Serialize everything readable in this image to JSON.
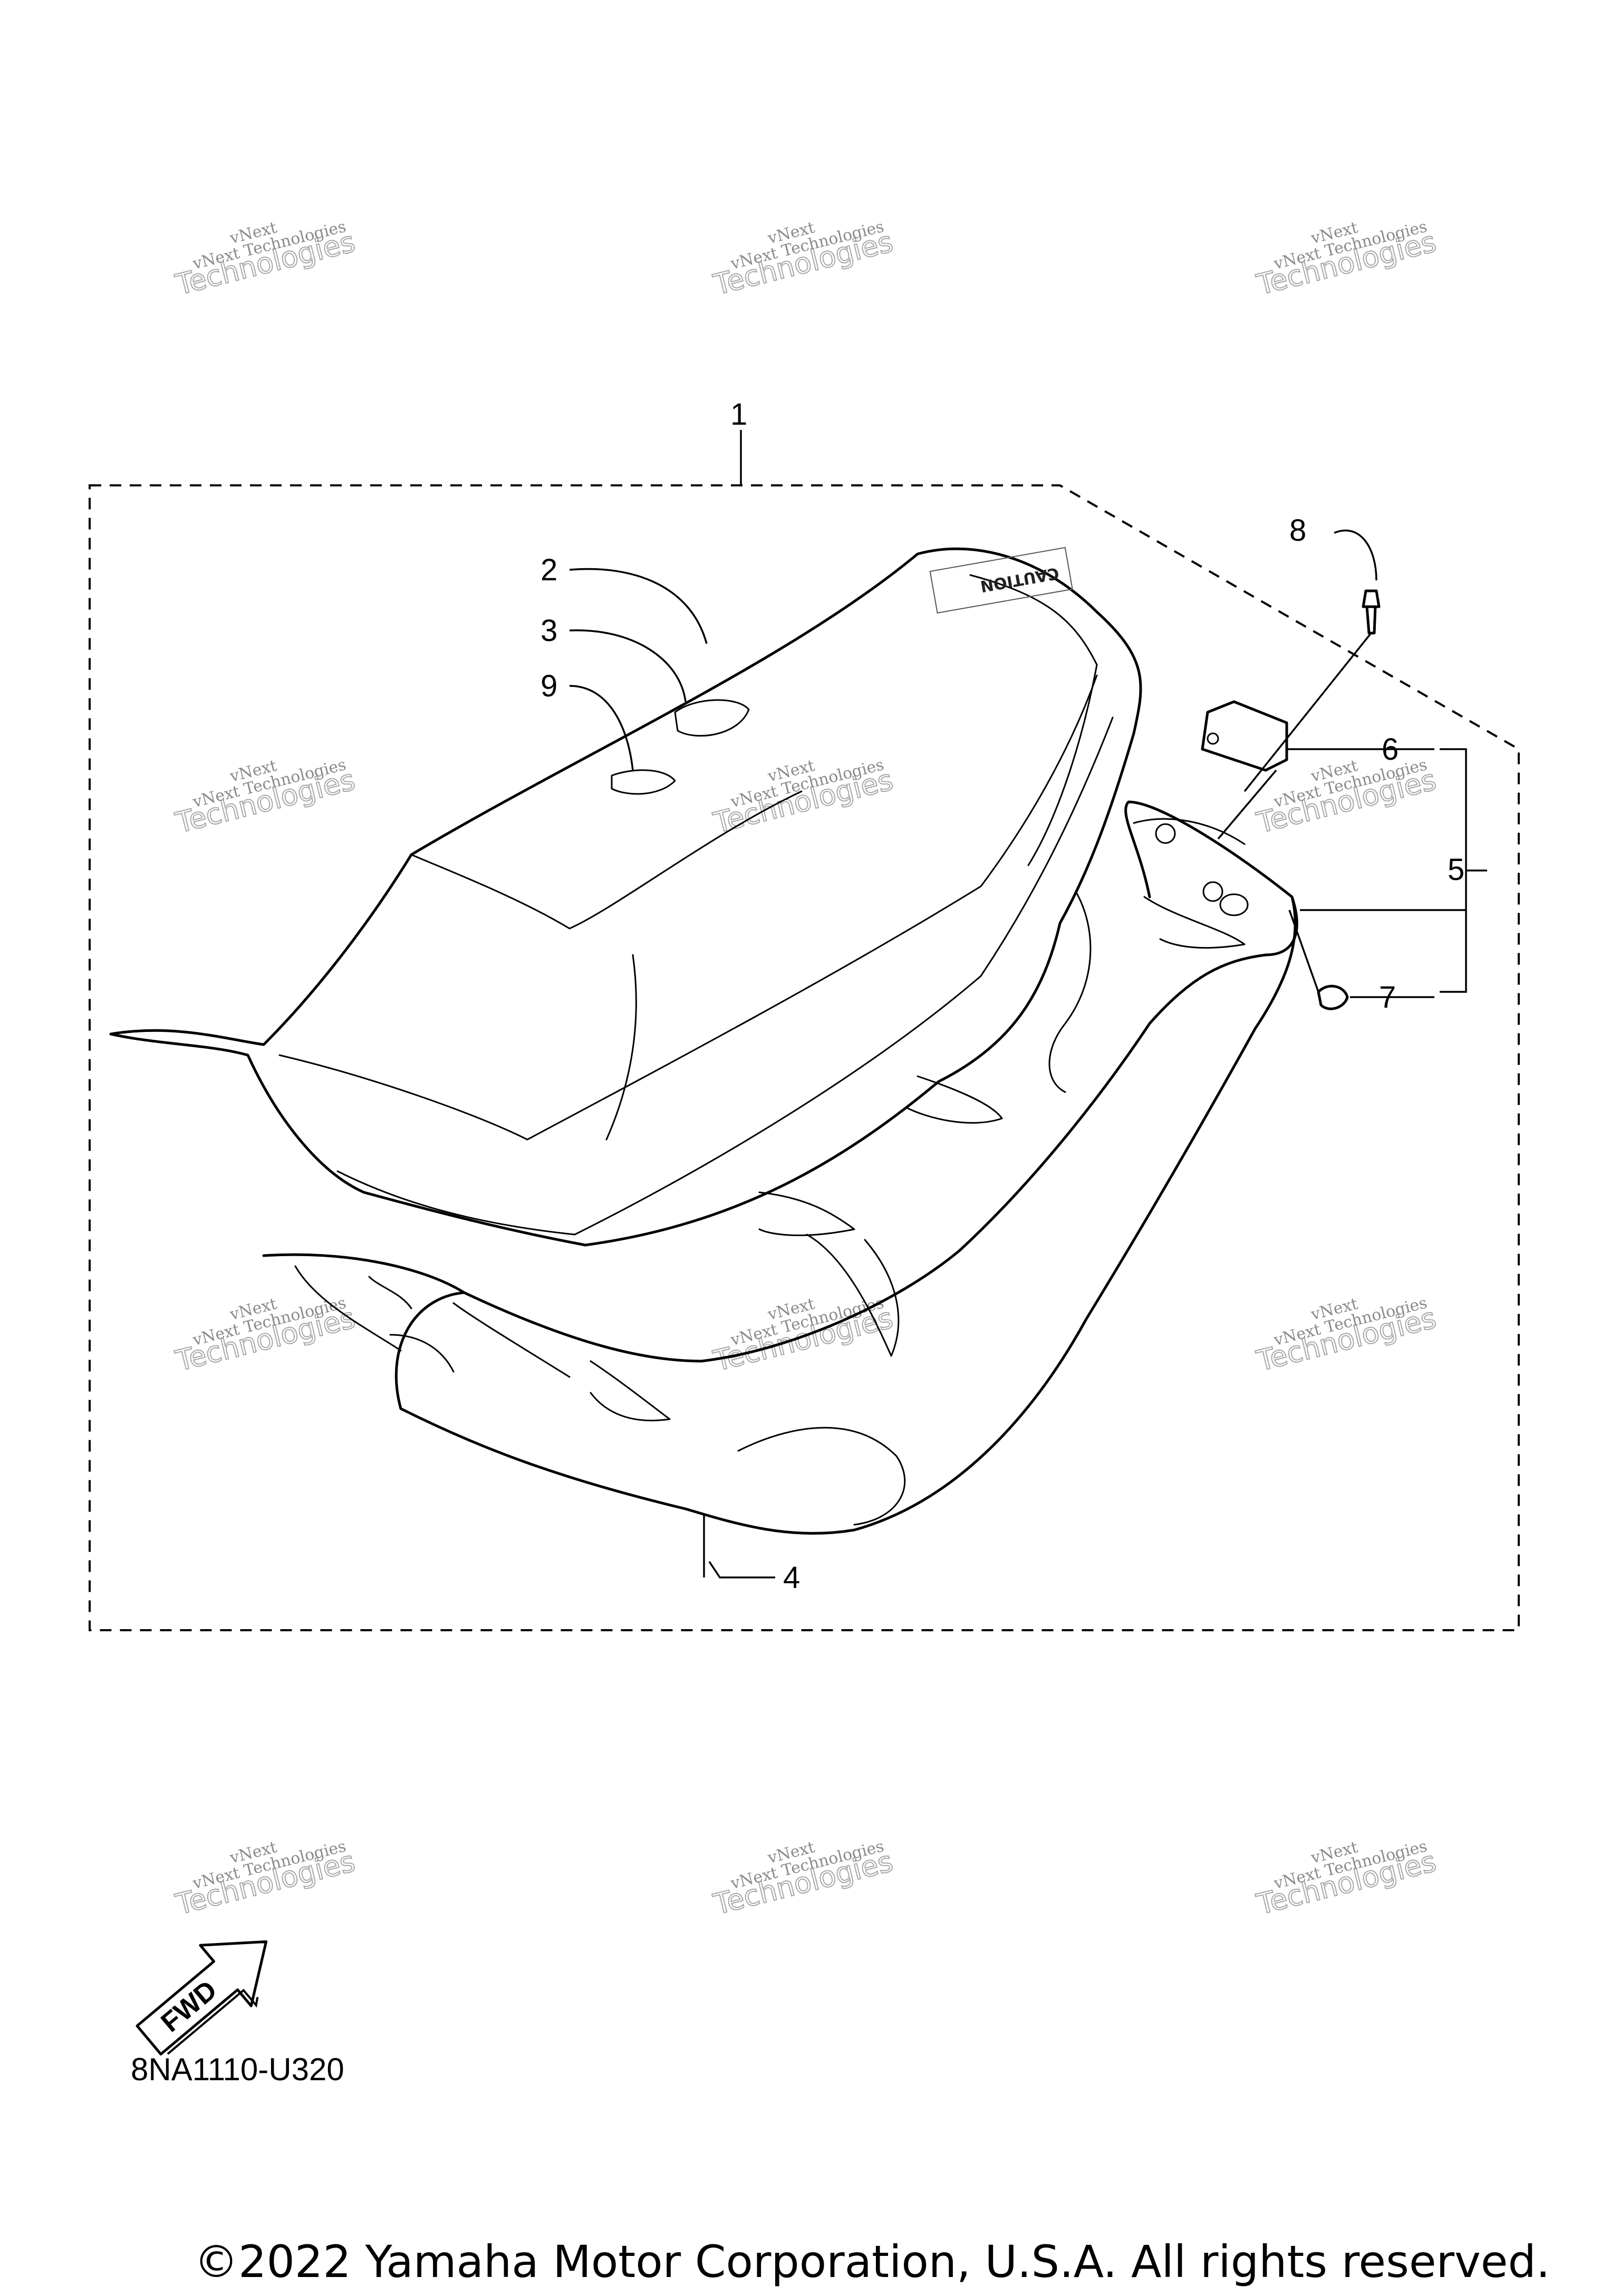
{
  "diagram": {
    "code": "8NA1110-U320",
    "copyright": "©2022 Yamaha Motor Corporation, U.S.A. All rights reserved.",
    "fwd_label": "FWD",
    "seat_label_text": "CAUTION",
    "callouts": [
      "1",
      "2",
      "3",
      "4",
      "5",
      "6",
      "7",
      "8",
      "9"
    ],
    "watermark": {
      "line1": "vNext",
      "line2": "Technologies",
      "line3": "vNext Technologies"
    }
  }
}
